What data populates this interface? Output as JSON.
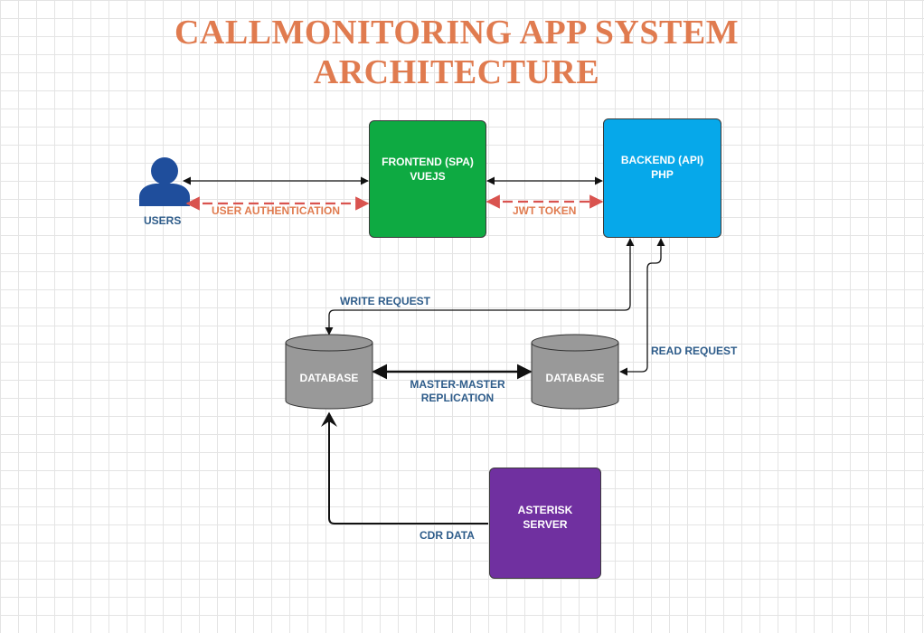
{
  "title": {
    "line1": "CALLMONITORING APP SYSTEM",
    "line2": "ARCHITECTURE"
  },
  "nodes": {
    "users": {
      "label": "USERS",
      "icon": "user-icon"
    },
    "frontend": {
      "line1": "FRONTEND (SPA)",
      "line2": "VUEJS",
      "color": "#0EAA42"
    },
    "backend": {
      "line1": "BACKEND (API)",
      "line2": "PHP",
      "color": "#06A8EA"
    },
    "database_primary": {
      "label": "DATABASE",
      "color": "#999999"
    },
    "database_secondary": {
      "label": "DATABASE",
      "color": "#999999"
    },
    "asterisk": {
      "line1": "ASTERISK",
      "line2": "SERVER",
      "color": "#7030A0"
    }
  },
  "edges": {
    "user_auth": "USER AUTHENTICATION",
    "jwt_token": "JWT TOKEN",
    "write_request": "WRITE REQUEST",
    "read_request": "READ REQUEST",
    "replication_line1": "MASTER-MASTER",
    "replication_line2": "REPLICATION",
    "cdr_data": "CDR DATA"
  },
  "colors": {
    "title": "#E07B4F",
    "edge_label_blue": "#2E5C8A",
    "edge_label_orange": "#E07B4F",
    "dashed_arrow": "#D9534F",
    "users_icon": "#1F4E9C"
  }
}
